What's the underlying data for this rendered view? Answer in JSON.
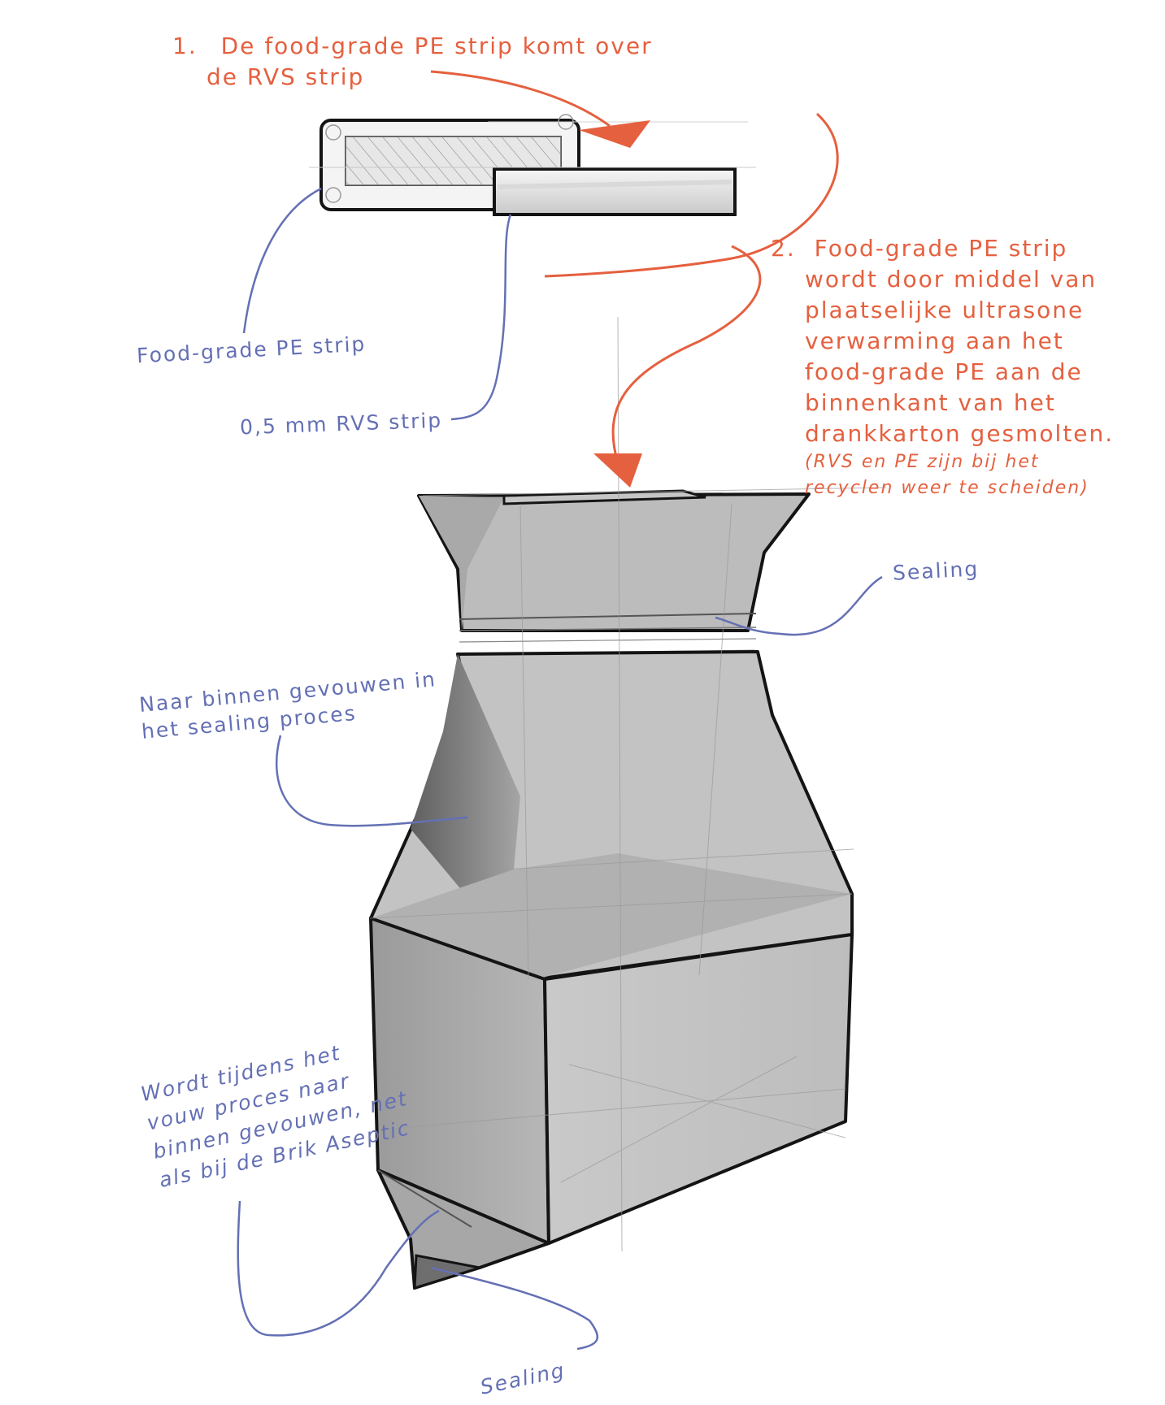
{
  "step1": {
    "number": "1.",
    "lines": [
      "De food-grade PE strip komt over",
      "de RVS strip"
    ]
  },
  "step2": {
    "number": "2.",
    "lines": [
      "Food-grade PE strip",
      "wordt door middel van",
      "plaatselijke ultrasone",
      "verwarming aan het",
      "food-grade PE aan de",
      "binnenkant van het",
      "drankkarton gesmolten."
    ],
    "note_lines": [
      "(RVS en PE zijn bij het",
      "recyclen weer te scheiden)"
    ]
  },
  "labels": {
    "pe_strip": "Food-grade PE strip",
    "rvs_strip": "0,5 mm RVS strip",
    "sealing_top": "Sealing",
    "folded_in": [
      "Naar binnen gevouwen in",
      "het sealing proces"
    ],
    "fold_process": [
      "Wordt tijdens het",
      "vouw proces naar",
      "binnen gevouwen, net",
      "als bij de Brik Aseptic"
    ],
    "sealing_bottom": "Sealing"
  },
  "colors": {
    "annotation_red": "#e5603f",
    "annotation_blue": "#6470b4",
    "carton_gray": "#b5b5b5",
    "outline": "#141414"
  }
}
